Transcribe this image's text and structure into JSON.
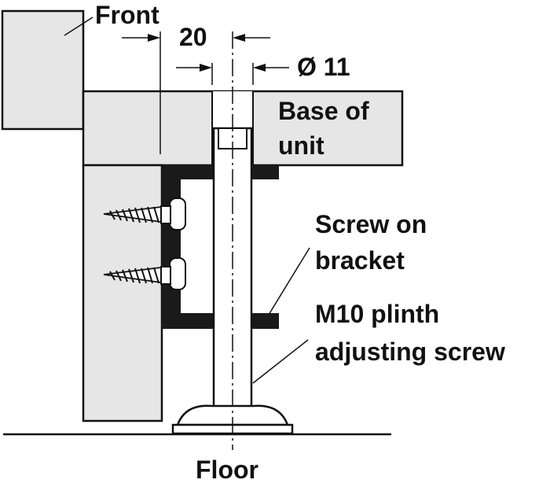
{
  "labels": {
    "front": "Front",
    "dim_20": "20",
    "dim_dia": "Ø 11",
    "base_line1": "Base of",
    "base_line2": "unit",
    "screw_line1": "Screw on",
    "screw_line2": "bracket",
    "m10_line1": "M10 plinth",
    "m10_line2": "adjusting screw",
    "floor": "Floor"
  },
  "colors": {
    "panel": "#e6e6e6",
    "line": "#111111",
    "bracket": "#1a1a1a",
    "background": "#ffffff"
  }
}
